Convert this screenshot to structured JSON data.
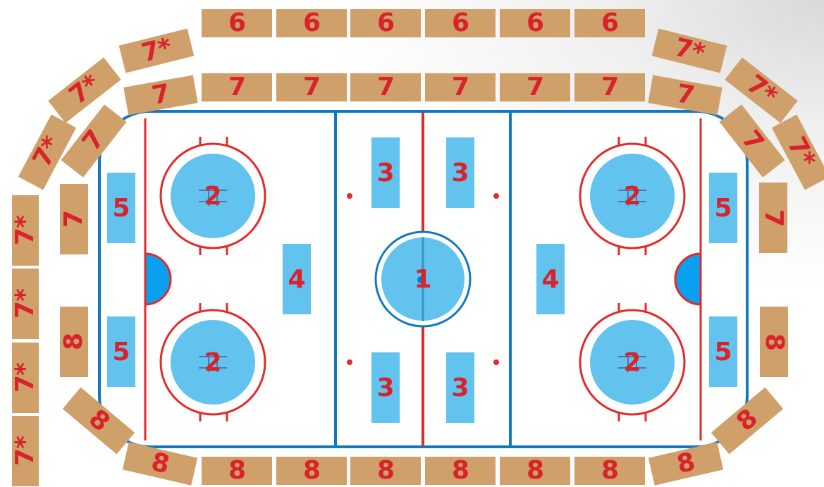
{
  "map": {
    "colors": {
      "seat": "#cfa06a",
      "label": "#d8232a",
      "zone": "#62c3ee",
      "boards": "#1278bf",
      "line": "#e32a2a",
      "goal_crease": "#0aa0f0"
    },
    "sections": {
      "top_row_6": [
        "6",
        "6",
        "6",
        "6",
        "6",
        "6"
      ],
      "top_row_7": [
        "7",
        "7",
        "7",
        "7",
        "7",
        "7"
      ],
      "bottom_row_8": [
        "8",
        "8",
        "8",
        "8",
        "8",
        "8"
      ],
      "left_curve": [
        "7*",
        "7*",
        "7",
        "7*",
        "7"
      ],
      "left_outer_column": [
        "7*",
        "7*",
        "7*",
        "7*"
      ],
      "left_inner": [
        "7",
        "8",
        "8",
        "8"
      ],
      "right_curve": [
        "7*",
        "7*",
        "7",
        "7*",
        "7"
      ],
      "right_inner": [
        "7",
        "8",
        "8",
        "8"
      ]
    },
    "rink_zones": {
      "center": "1",
      "faceoff_left_top": "2",
      "faceoff_left_bottom": "2",
      "faceoff_right_top": "2",
      "faceoff_right_bottom": "2",
      "neutral_left_top": "3",
      "neutral_right_top": "3",
      "neutral_left_bottom": "3",
      "neutral_right_bottom": "3",
      "slot_left": "4",
      "slot_right": "4",
      "end_left_top": "5",
      "end_left_bottom": "5",
      "end_right_top": "5",
      "end_right_bottom": "5"
    }
  }
}
